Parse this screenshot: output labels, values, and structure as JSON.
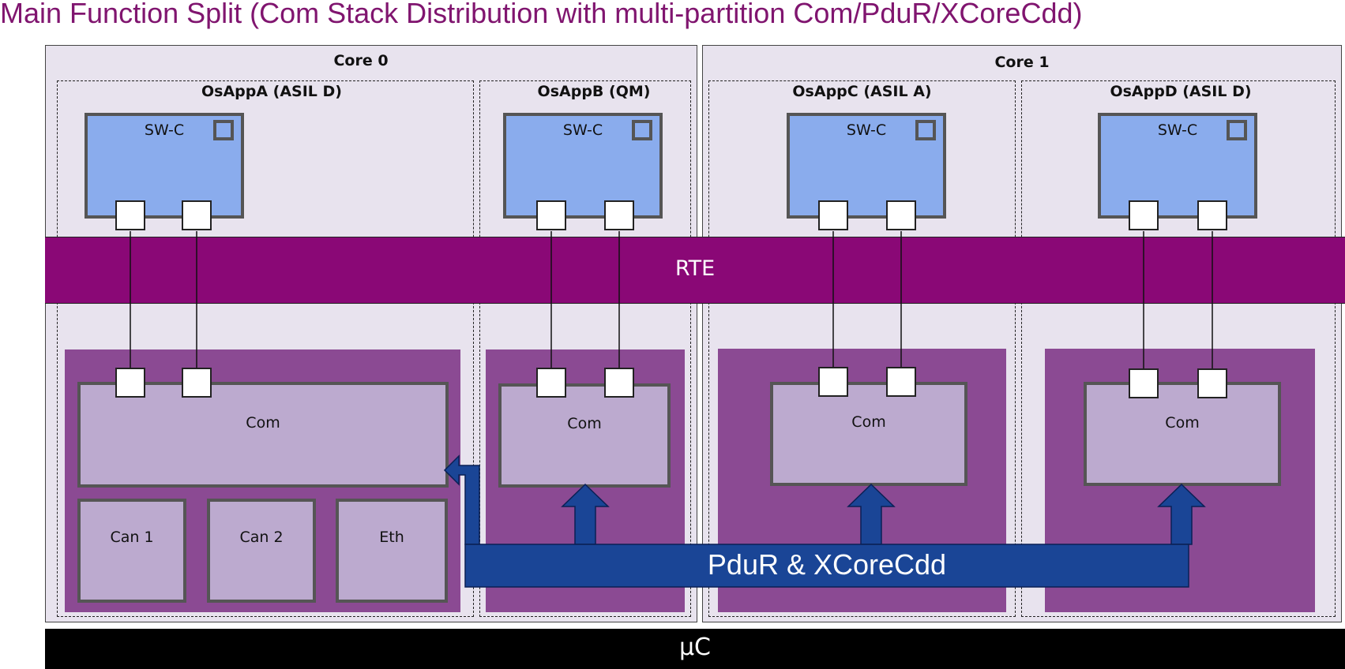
{
  "title": "Main Function Split (Com Stack Distribution with multi-partition Com/PduR/XCoreCdd)",
  "cores": [
    {
      "label": "Core 0"
    },
    {
      "label": "Core 1"
    }
  ],
  "apps": [
    {
      "label": "OsAppA (ASIL D)",
      "swc": "SW-C",
      "com": "Com"
    },
    {
      "label": "OsAppB (QM)",
      "swc": "SW-C",
      "com": "Com"
    },
    {
      "label": "OsAppC (ASIL A)",
      "swc": "SW-C",
      "com": "Com"
    },
    {
      "label": "OsAppD (ASIL D)",
      "swc": "SW-C",
      "com": "Com"
    }
  ],
  "drivers": [
    "Can 1",
    "Can 2",
    "Eth"
  ],
  "rte": "RTE",
  "pdur": "PduR & XCoreCdd",
  "microcontroller": "µC",
  "colors": {
    "title": "#80156f",
    "rte": "#8a0876",
    "stack": "#8b4a93",
    "swc": "#8aaced",
    "com": "#bcaacf",
    "pdur": "#1a4596",
    "core": "#e8e3ee"
  }
}
